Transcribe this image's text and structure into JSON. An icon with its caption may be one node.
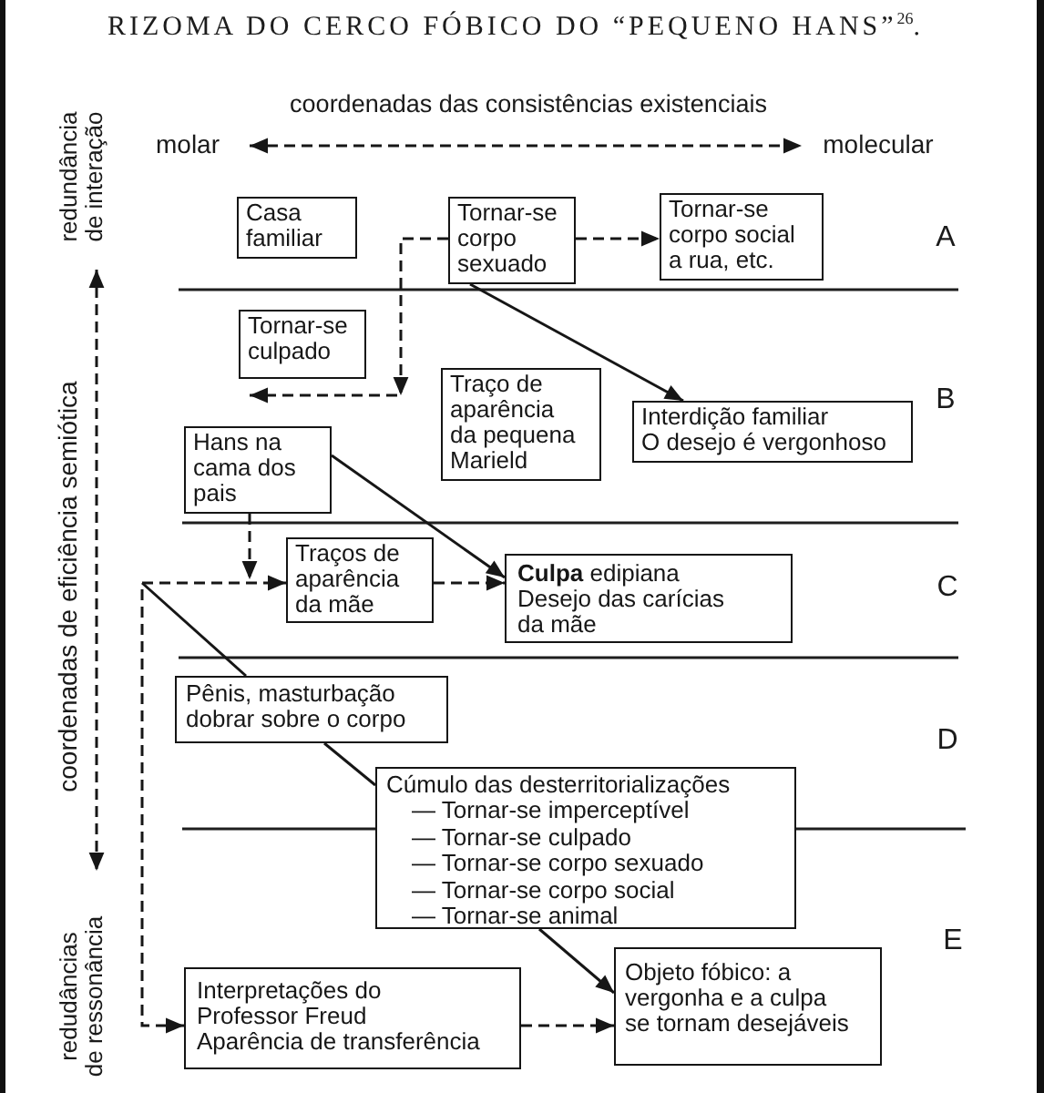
{
  "diagram": {
    "title": "RIZOMA DO CERCO FÓBICO DO “PEQUENO HANS”$^{26}$.",
    "nodes": [
      {
        "text": [
          "Casa familiar"
        ]
      },
      {
        "text": [
          "Tornar-se corpo sexuado"
        ]
      },
      {
        "text": [
          "Tornar-se corpo social",
          "a rua, etc."
        ]
      },
      {
        "text": [
          "Tornar-se culpado"
        ]
      },
      {
        "text": [
          "Traço de aparência da pequena Marield"
        ]
      },
      {
        "text": [
          "Interdição familiar",
          "O desejo é vergonhoso"
        ]
      },
      {
        "text": [
          "Hans na cama dos pais"
        ]
      },
      {
        "text": [
          "Traços de aparência da mãe"
        ]
      },
      {
        "text": [
          "**Culpa** edipiana",
          "Desejo das carícias da mãe"
        ]
      },
      {
        "text": [
          "Pênis, masturbação",
          "dobrar sobre o corpo"
        ]
      },
      {
        "text": [
          "Cúmulo das desterritorializações",
          "— Tornar-se imperceptível",
          "— Tornar-se culpado",
          "— Tornar-se corpo sexuado",
          "— Tornar-se corpo social",
          "— Tornar-se animal"
        ]
      },
      {
        "text": [
          "Interpretações do Professor Freud",
          "Aparência de transferência"
        ]
      },
      {
        "text": [
          "Objeto fóbico: a vergonha e a culpa se tornam desejáveis"
        ]
      }
    ],
    "edges": [
      {
        "from": 1,
        "to": 2,
        "arrow": "to",
        "style": "dashed"
      },
      {
        "from": 1,
        "to": 3,
        "arrow": "to",
        "style": "dashed"
      },
      {
        "from": 1,
        "to": 5,
        "arrow": "to"
      },
      {
        "from": 6,
        "to": null,
        "arrow": "to",
        "style": "dashed"
      },
      {
        "from": 7,
        "to": 8,
        "arrow": "to",
        "style": "dashed"
      },
      {
        "from": 6,
        "to": 8,
        "arrow": "to"
      },
      {
        "from": 11,
        "to": 7,
        "arrow": "both",
        "style": "dashed"
      },
      {
        "from": null,
        "to": 9,
        "arrow": "none"
      },
      {
        "from": 9,
        "to": 10,
        "arrow": "none"
      },
      {
        "from": 10,
        "to": 12,
        "arrow": "to"
      },
      {
        "from": 11,
        "to": 12,
        "arrow": "to",
        "style": "dashed"
      }
    ],
    "labels": [
      "coordenadas das consistências existenciais",
      "molar",
      "molecular",
      "redundância de interação",
      "coordenadas de eficiência semiótica",
      "redudâncias de ressonância",
      "A",
      "B",
      "C",
      "D",
      "E"
    ]
  }
}
